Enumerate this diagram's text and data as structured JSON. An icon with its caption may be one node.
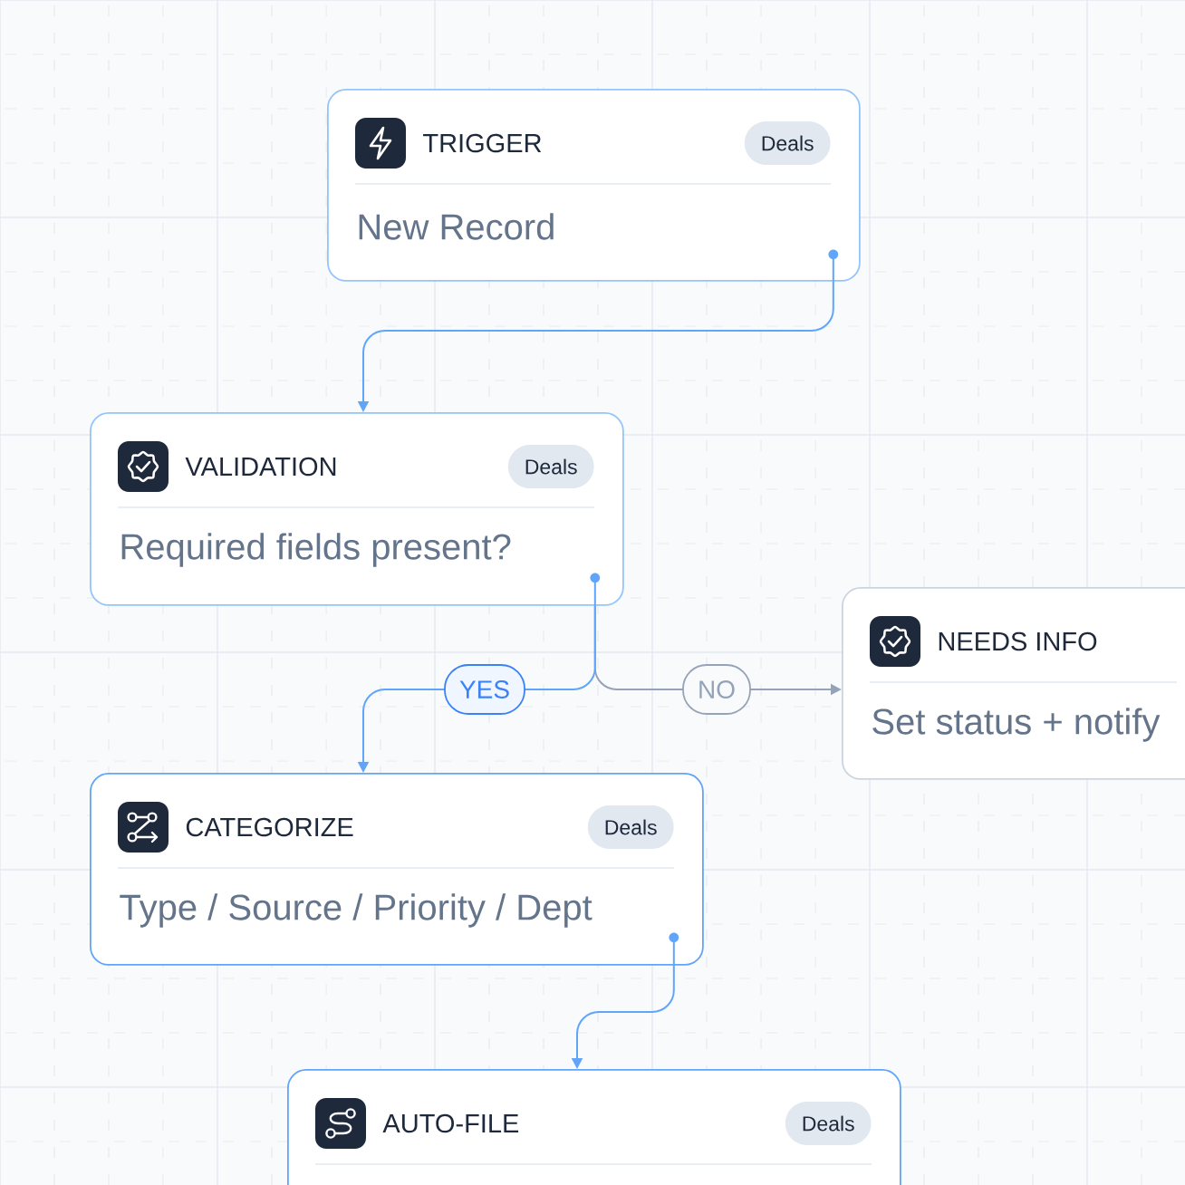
{
  "diagram": {
    "nodes": [
      {
        "text": [
          "TRIGGER",
          "New Record"
        ]
      },
      {
        "text": [
          "Deals"
        ],
        "in": 0
      },
      {
        "text": [
          "VALIDATION",
          "Required fields present?"
        ]
      },
      {
        "text": [
          "Deals"
        ],
        "in": 2
      },
      {
        "text": [
          "NEEDS INFO",
          "Set status + notify"
        ]
      },
      {
        "text": [
          "CATEGORIZE",
          "Type / Source / Priority / Dept"
        ]
      },
      {
        "text": [
          "Deals"
        ],
        "in": 5
      },
      {
        "text": [
          "AUTO-FILE"
        ]
      },
      {
        "text": [
          "Deals"
        ],
        "in": 7
      }
    ],
    "edges": [
      {
        "from": 0,
        "to": 2,
        "arrow": "to"
      },
      {
        "from": 2,
        "to": 5,
        "arrow": "to",
        "label": "YES"
      },
      {
        "from": 2,
        "to": 4,
        "arrow": "to",
        "label": "NO",
        "color": "#94a3b8"
      },
      {
        "from": 5,
        "to": 7,
        "arrow": "to"
      }
    ]
  }
}
